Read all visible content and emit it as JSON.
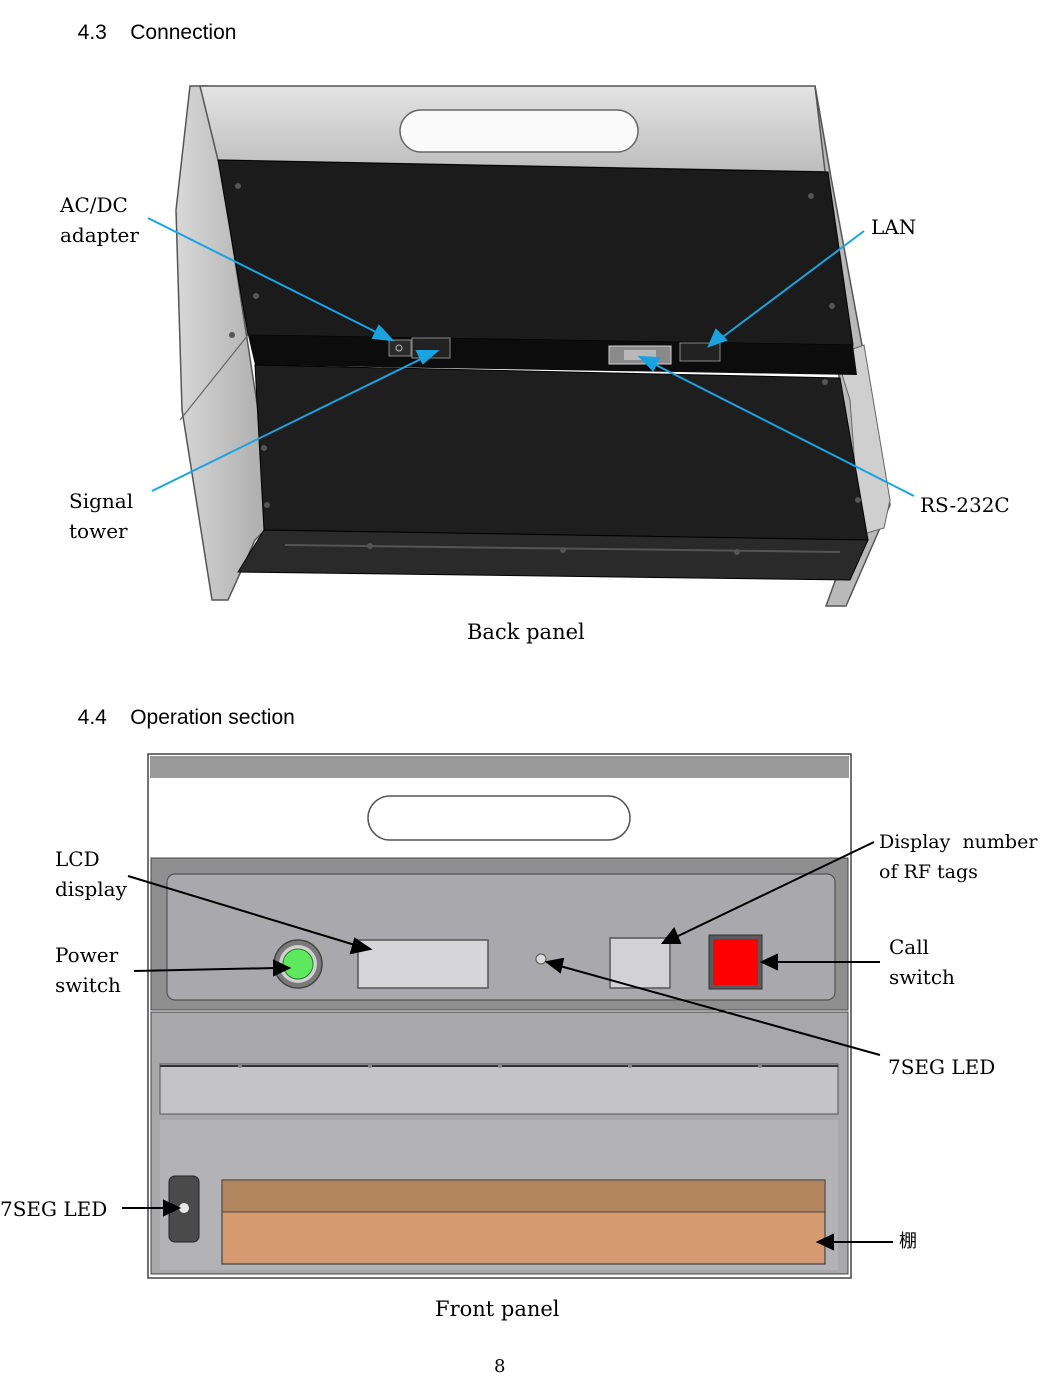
{
  "section_connection": {
    "number": "4.3",
    "title": "Connection"
  },
  "back_panel": {
    "caption": "Back panel",
    "labels": {
      "ac_dc_line1": "AC/DC",
      "ac_dc_line2": "adapter",
      "lan": "LAN",
      "signal_line1": "Signal",
      "signal_line2": "tower",
      "rs232c": "RS-232C"
    },
    "callout_color": "#1aa3e0"
  },
  "section_operation": {
    "number": "4.4",
    "title": "Operation section"
  },
  "front_panel": {
    "caption": "Front panel",
    "labels": {
      "lcd_line1": "LCD",
      "lcd_line2": "display",
      "power_line1": "Power",
      "power_line2": "switch",
      "display_rf_line1": "Display  number",
      "display_rf_line2": "of RF tags",
      "call_line1": "Call",
      "call_line2": "switch",
      "seg_led_right": "7SEG LED",
      "seg_led_left": "7SEG LED",
      "shelf": "棚"
    },
    "colors": {
      "power_switch": "#5ee85e",
      "call_switch": "#ff0000",
      "shelf": "#d69a70"
    }
  },
  "page_number": "8"
}
